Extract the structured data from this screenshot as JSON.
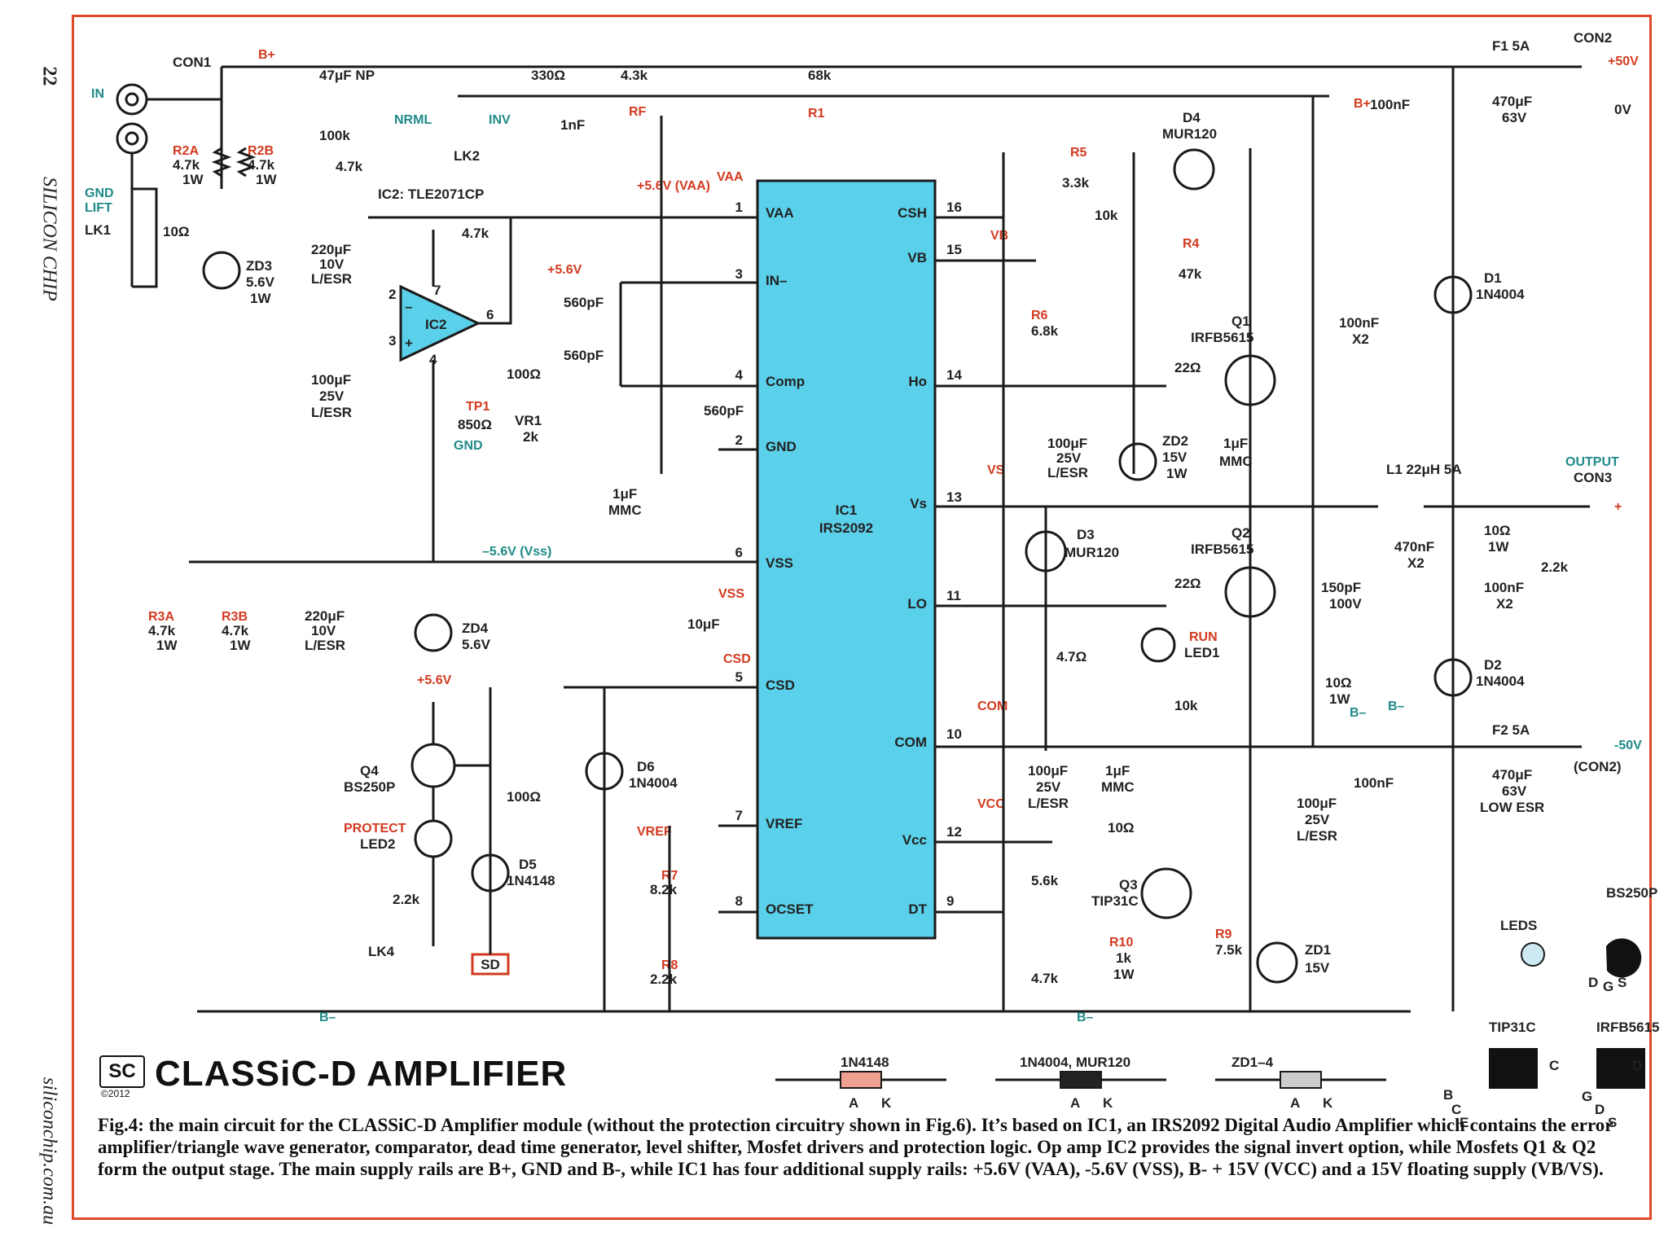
{
  "page": {
    "number": "22",
    "publication": "SILICON CHIP",
    "website": "siliconchip.com.au"
  },
  "title": "CLASSiC-D AMPLIFIER",
  "logo": {
    "text": "SC",
    "copyright": "©2012"
  },
  "caption": "Fig.4: the main circuit for the CLASSiC-D Amplifier module (without the protection circuitry shown in Fig.6). It’s based on IC1, an IRS2092 Digital Audio Amplifier which contains the error amplifier/triangle wave generator, comparator, dead time generator, level shifter, Mosfet drivers and protection logic. Op amp IC2 provides the signal invert option, while Mosfets Q1 & Q2 form the output stage. The main supply rails are B+, GND and B-, while IC1 has four additional supply rails: +5.6V (VAA), -5.6V (VSS), B- + 15V (VCC) and a 15V floating supply (VB/VS).",
  "rails": {
    "bplus": "B+",
    "bminus": "B–",
    "vaa": "+5.6V (VAA)",
    "vss": "–5.6V (Vss)",
    "p56": "+5.6V",
    "vaa_label": "VAA",
    "vss_label": "VSS",
    "csd_label": "CSD",
    "vs_label": "VS",
    "vb_label": "VB",
    "com_label": "COM",
    "vcc_label": "VCC",
    "vref_label": "VREF"
  },
  "connectors": {
    "con1": "CON1",
    "in": "IN",
    "gnd_lift": "GND",
    "gnd_lift2": "LIFT",
    "lk1": "LK1",
    "con2": "CON2",
    "plus50": "+50V",
    "zero": "0V",
    "minus50": "-50V",
    "con2b": "(CON2)",
    "output": "OUTPUT",
    "con3": "CON3",
    "plus": "+",
    "lk2": "LK2",
    "nrml": "NRML",
    "inv": "INV",
    "lk4": "LK4",
    "tp1": "TP1",
    "gnd": "GND",
    "r850": "850Ω",
    "sd": "SD"
  },
  "ic1": {
    "name": "IC1",
    "part": "IRS2092",
    "pins_left": [
      {
        "num": "1",
        "name": "VAA"
      },
      {
        "num": "3",
        "name": "IN–"
      },
      {
        "num": "4",
        "name": "Comp"
      },
      {
        "num": "2",
        "name": "GND"
      },
      {
        "num": "6",
        "name": "VSS"
      },
      {
        "num": "5",
        "name": "CSD"
      },
      {
        "num": "7",
        "name": "VREF"
      },
      {
        "num": "8",
        "name": "OCSET"
      }
    ],
    "pins_right": [
      {
        "num": "16",
        "name": "CSH"
      },
      {
        "num": "15",
        "name": "VB"
      },
      {
        "num": "14",
        "name": "Ho"
      },
      {
        "num": "13",
        "name": "Vs"
      },
      {
        "num": "11",
        "name": "LO"
      },
      {
        "num": "10",
        "name": "COM"
      },
      {
        "num": "12",
        "name": "Vcc"
      },
      {
        "num": "9",
        "name": "DT"
      }
    ]
  },
  "ic2": {
    "name": "IC2",
    "part": "IC2: TLE2071CP",
    "pins": [
      "2",
      "3",
      "7",
      "6",
      "4"
    ],
    "minus": "–",
    "plus": "+"
  },
  "components": {
    "c47": "47μF NP",
    "r100k": "100k",
    "r2a": [
      "R2A",
      "4.7k",
      "1W"
    ],
    "r2b": [
      "R2B",
      "4.7k",
      "1W"
    ],
    "r10": "10Ω",
    "zd3": [
      "ZD3",
      "5.6V",
      "1W"
    ],
    "c220a": [
      "220μF",
      "10V",
      "L/ESR"
    ],
    "r47k_in": "4.7k",
    "r47k_fb": "4.7k",
    "c100u_a": [
      "100μF",
      "25V",
      "L/ESR"
    ],
    "r330": "330Ω",
    "r43k": [
      "4.3k",
      "RF"
    ],
    "r68k": [
      "68k",
      "R1"
    ],
    "c1n": "1nF",
    "c560a": "560pF",
    "c560b": "560pF",
    "c560c": "560pF",
    "r100": "100Ω",
    "vr1": [
      "VR1",
      "2k"
    ],
    "c1u_a": [
      "1μF",
      "MMC"
    ],
    "r3a": [
      "R3A",
      "4.7k",
      "1W"
    ],
    "r3b": [
      "R3B",
      "4.7k",
      "1W"
    ],
    "c220b": [
      "220μF",
      "10V",
      "L/ESR"
    ],
    "zd4": [
      "ZD4",
      "5.6V"
    ],
    "c10u": "10μF",
    "q4": [
      "Q4",
      "BS250P"
    ],
    "led2": [
      "PROTECT",
      "LED2"
    ],
    "r22k": "2.2k",
    "r100b": "100Ω",
    "d5": [
      "D5",
      "1N4148"
    ],
    "d6": [
      "D6",
      "1N4004"
    ],
    "r7": [
      "R7",
      "8.2k"
    ],
    "r8": [
      "R8",
      "2.2k"
    ],
    "r5": [
      "R5",
      "3.3k"
    ],
    "d4": [
      "D4",
      "MUR120"
    ],
    "r10k_a": "10k",
    "r4": [
      "R4",
      "47k"
    ],
    "r6": [
      "R6",
      "6.8k"
    ],
    "q1": [
      "Q1",
      "IRFB5615"
    ],
    "r22_a": "22Ω",
    "c100u_b": [
      "100μF",
      "25V",
      "L/ESR"
    ],
    "zd2": [
      "ZD2",
      "15V",
      "1W"
    ],
    "c1u_b": [
      "1μF",
      "MMC"
    ],
    "d3": [
      "D3",
      "MUR120"
    ],
    "q2": [
      "Q2",
      "IRFB5615"
    ],
    "r22_b": "22Ω",
    "r47": "4.7Ω",
    "led1": [
      "RUN",
      "LED1"
    ],
    "r10k_b": "10k",
    "c100u_c": [
      "100μF",
      "25V",
      "L/ESR"
    ],
    "c1u_c": [
      "1μF",
      "MMC"
    ],
    "r10b": "10Ω",
    "r56k": "5.6k",
    "q3": [
      "Q3",
      "TIP31C"
    ],
    "r10_q": [
      "R10",
      "1k",
      "1W"
    ],
    "r9": [
      "R9",
      "7.5k"
    ],
    "zd1": [
      "ZD1",
      "15V"
    ],
    "c100u_d": [
      "100μF",
      "25V",
      "L/ESR"
    ],
    "r47k_dt": "4.7k",
    "c150p": [
      "150pF",
      "100V"
    ],
    "r10_w": [
      "10Ω",
      "1W"
    ],
    "c100n_x2": [
      "100nF",
      "X2"
    ],
    "l1": "L1 22μH 5A",
    "c470n": [
      "470nF",
      "X2"
    ],
    "r10_1w": [
      "10Ω",
      "1W"
    ],
    "c100n_x2b": [
      "100nF",
      "X2"
    ],
    "r22k_out": "2.2k",
    "d1": [
      "D1",
      "1N4004"
    ],
    "d2": [
      "D2",
      "1N4004"
    ],
    "f1": "F1 5A",
    "f2": "F2 5A",
    "c100n_top": "100nF",
    "c470u_top": [
      "470μF",
      "63V"
    ],
    "c100n_bot": "100nF",
    "c470u_bot": [
      "470μF",
      "63V",
      "LOW ESR"
    ],
    "diode_pins": [
      "A",
      "K"
    ],
    "zd_pins": [
      "K",
      "A"
    ]
  },
  "legend": {
    "d1n4148": "1N4148",
    "d1n4004": "1N4004, MUR120",
    "zd": "ZD1–4",
    "leds": "LEDS",
    "bs250p": "BS250P",
    "tip31c": "TIP31C",
    "irfb": "IRFB5615",
    "pins_ak": [
      "A",
      "K"
    ],
    "bs_pins": [
      "D",
      "G",
      "S"
    ],
    "tip_pins": [
      "B",
      "C",
      "E",
      "C"
    ],
    "irfb_pins": [
      "G",
      "D",
      "S",
      "D"
    ]
  },
  "colors": {
    "frame": "#e04a2a",
    "ic": "#5bd0ea",
    "led_red": "#f0a090",
    "label_red": "#d23a1f",
    "label_teal": "#1f8a88"
  }
}
